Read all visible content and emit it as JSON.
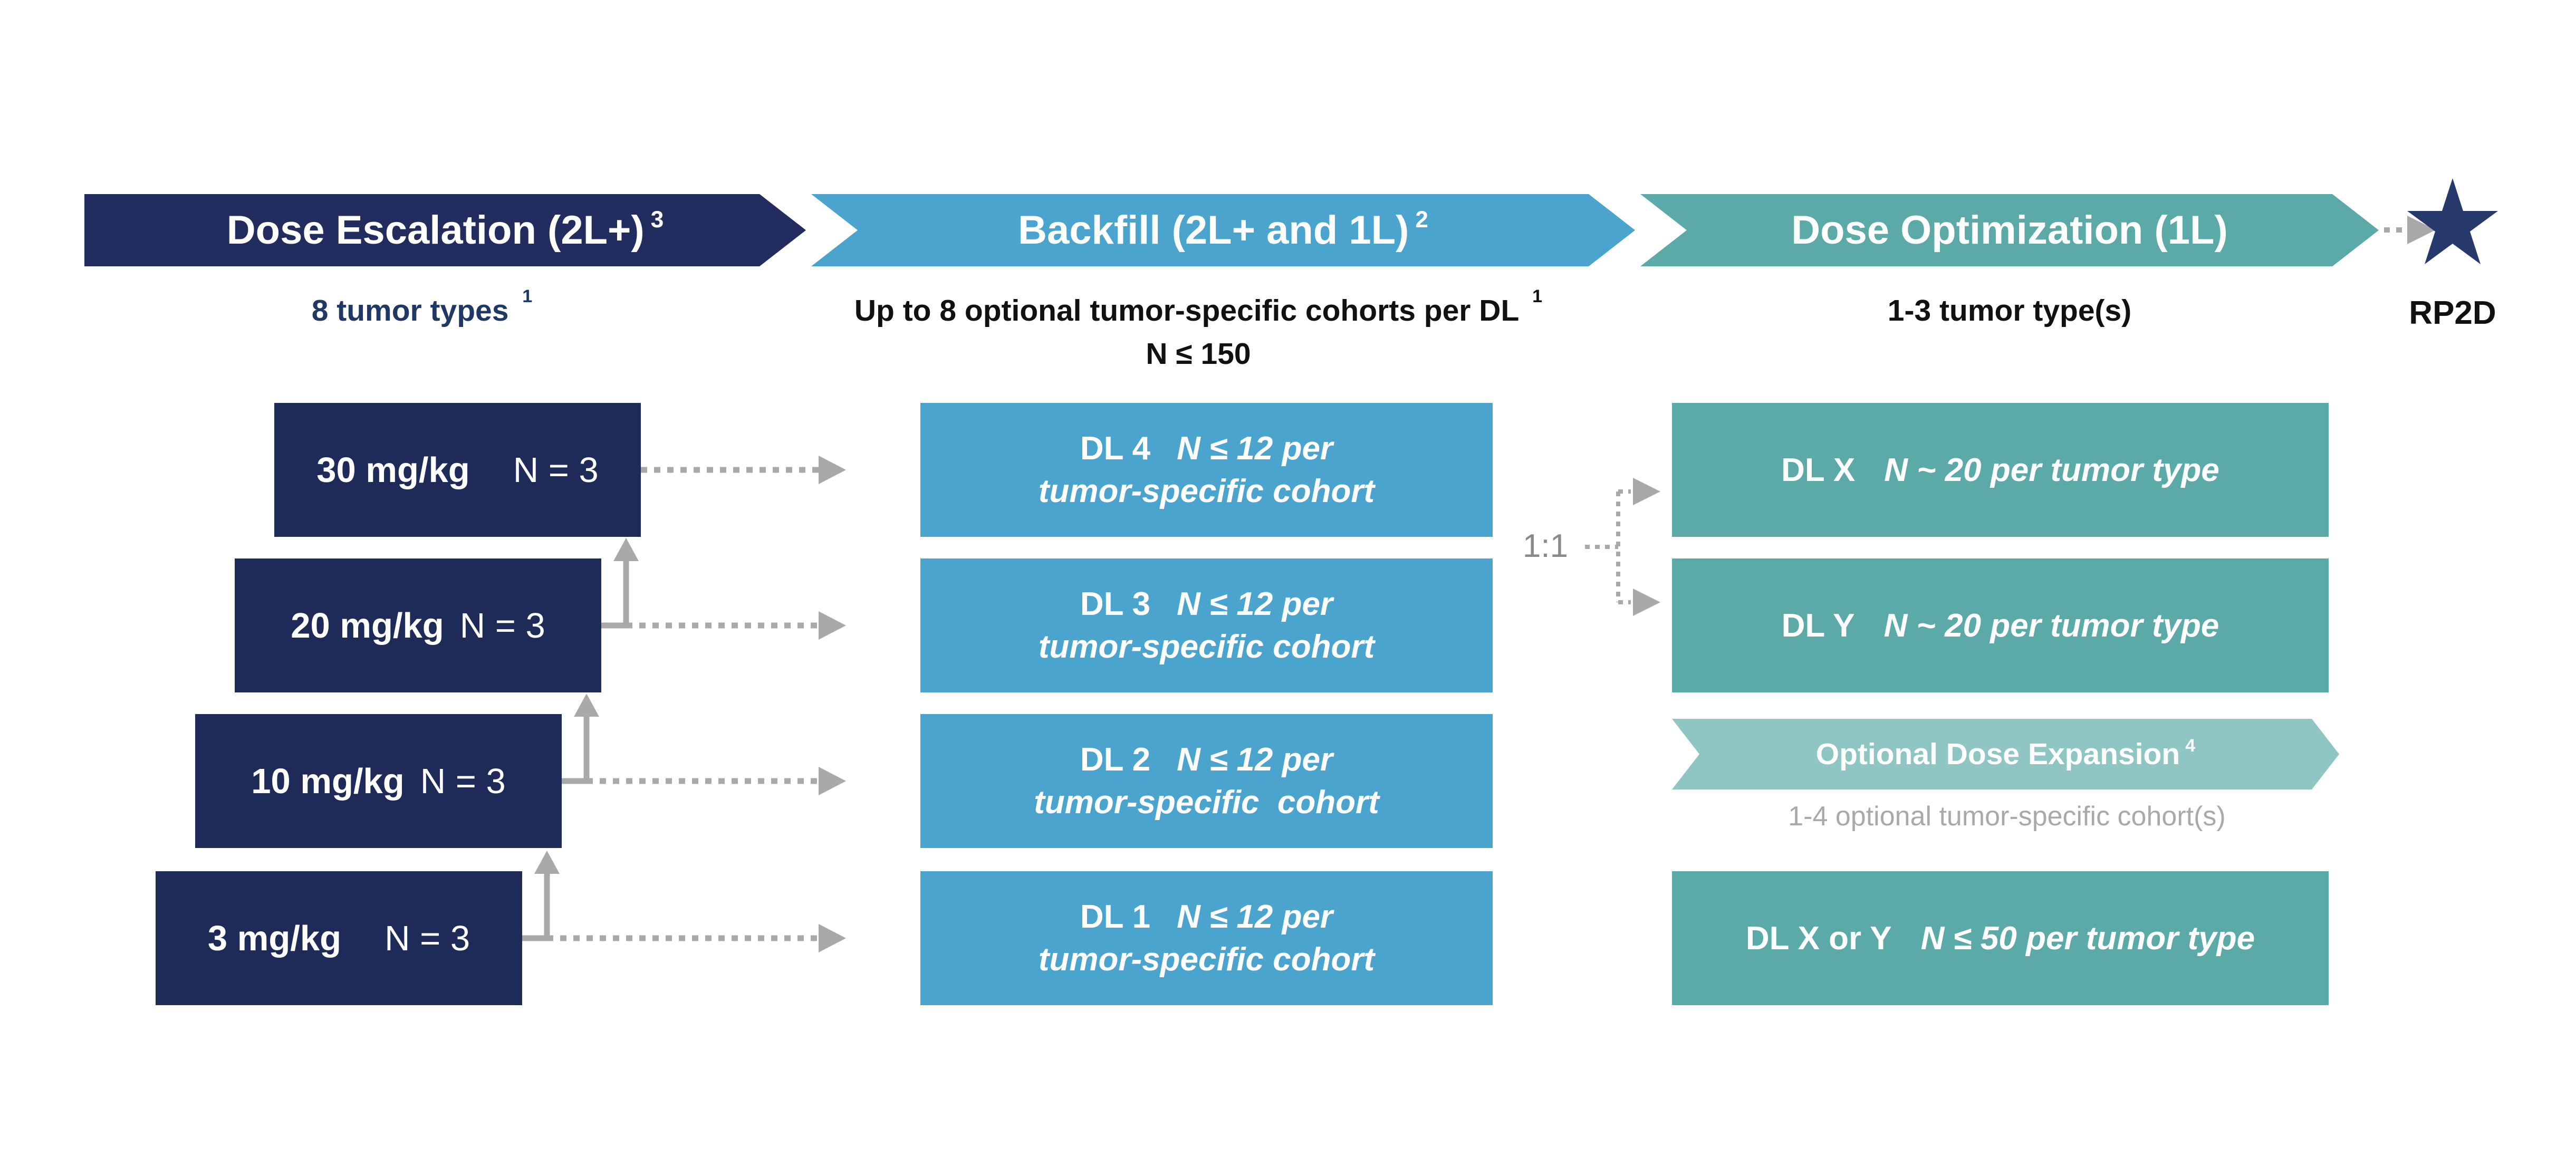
{
  "palette": {
    "navy": "#1E2A58",
    "header_navy": "#232C5E",
    "blue": "#4BA4CD",
    "teal": "#5BAAA7",
    "pale_teal": "#8FC6C3",
    "gray": "#A9A9A9",
    "text_gray": "#8A8A8A",
    "subtitle_navy": "#1F3864",
    "star_navy": "#27396B",
    "black": "#111111"
  },
  "phases": [
    {
      "label": "Dose Escalation (2L+)",
      "sup": "3",
      "subtitle": "8 tumor types",
      "subtitle_sup": "1"
    },
    {
      "label": "Backfill (2L+ and 1L)",
      "sup": "2",
      "subtitle": "Up to 8 optional tumor-specific cohorts per DL",
      "subtitle_sup": "1",
      "subtitle_line2": "N ≤ 150"
    },
    {
      "label": "Dose Optimization (1L)",
      "subtitle": "1-3 tumor type(s)"
    }
  ],
  "outcome": {
    "label": "RP2D",
    "icon": "star-icon"
  },
  "escalation": {
    "boxes": [
      {
        "dose": "30 mg/kg",
        "n": "N = 3"
      },
      {
        "dose": "20 mg/kg",
        "n": "N = 3"
      },
      {
        "dose": "10 mg/kg",
        "n": "N = 3"
      },
      {
        "dose": "3 mg/kg",
        "n": "N = 3"
      }
    ]
  },
  "backfill": {
    "boxes": [
      {
        "dl": "DL 4",
        "n": "N ≤ 12 per",
        "line2": "tumor-specific cohort"
      },
      {
        "dl": "DL 3",
        "n": "N ≤ 12 per",
        "line2": "tumor-specific cohort"
      },
      {
        "dl": "DL 2",
        "n": "N ≤ 12 per",
        "line2": "tumor-specific  cohort"
      },
      {
        "dl": "DL 1",
        "n": "N ≤ 12 per",
        "line2": "tumor-specific cohort"
      }
    ]
  },
  "optimization": {
    "randomization": "1:1",
    "boxes": [
      {
        "dl": "DL X",
        "n": "N ~ 20 per tumor type"
      },
      {
        "dl": "DL Y",
        "n": "N ~ 20 per tumor type"
      }
    ],
    "expansion": {
      "label": "Optional Dose Expansion",
      "sup": "4",
      "caption": "1-4 optional tumor-specific cohort(s)"
    },
    "final_box": {
      "dl": "DL X or Y",
      "n": "N ≤ 50 per tumor type"
    }
  }
}
